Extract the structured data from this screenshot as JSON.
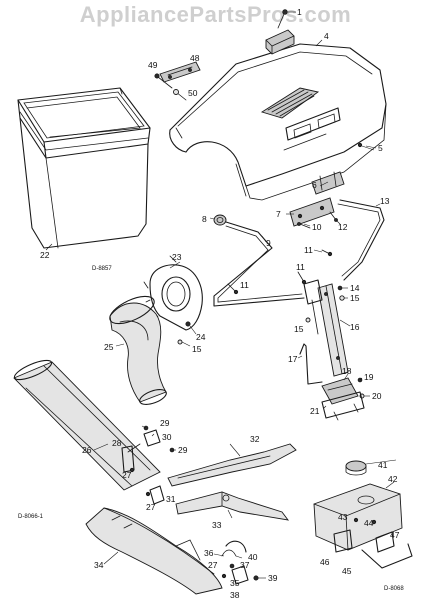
{
  "watermark": "AppliancePartsPros.com",
  "drawing_codes": {
    "top": "D-8857",
    "bottom_left": "D-8066-1",
    "bottom_right": "D-8068"
  },
  "callouts": {
    "c1": "1",
    "c4": "4",
    "c5": "5",
    "c6": "6",
    "c7": "7",
    "c8": "8",
    "c9": "9",
    "c10": "10",
    "c11a": "11",
    "c11b": "11",
    "c11c": "11",
    "c12": "12",
    "c13": "13",
    "c14": "14",
    "c15a": "15",
    "c15b": "15",
    "c15c": "15",
    "c16": "16",
    "c17": "17",
    "c18": "18",
    "c19": "19",
    "c20": "20",
    "c21": "21",
    "c22": "22",
    "c23": "23",
    "c24": "24",
    "c25": "25",
    "c26": "26",
    "c27a": "27",
    "c27b": "27",
    "c27c": "27",
    "c28": "28",
    "c29a": "29",
    "c29b": "29",
    "c30": "30",
    "c31": "31",
    "c32": "32",
    "c33": "33",
    "c34": "34",
    "c35": "35",
    "c36": "36",
    "c37": "37",
    "c38": "38",
    "c39": "39",
    "c40": "40",
    "c41": "41",
    "c42": "42",
    "c43": "43",
    "c44": "44",
    "c45": "45",
    "c46": "46",
    "c47": "47",
    "c48": "48",
    "c49": "49",
    "c50": "50"
  }
}
